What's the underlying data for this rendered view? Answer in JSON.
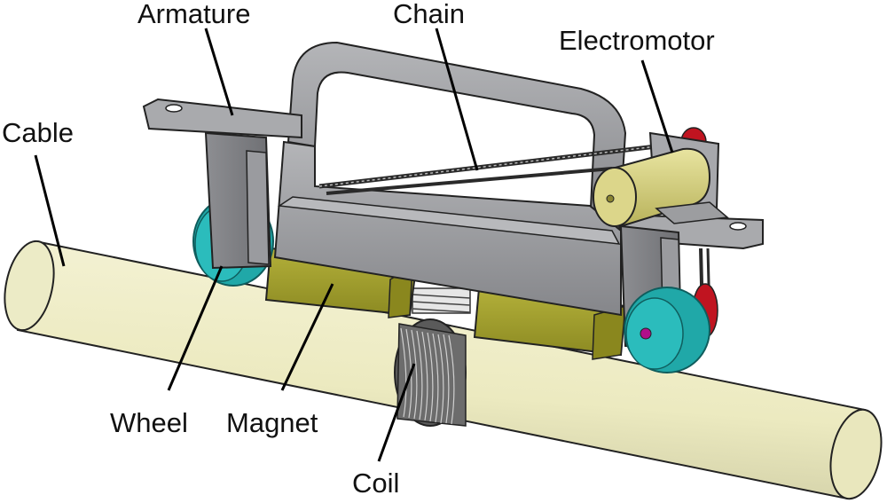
{
  "labels": {
    "armature": "Armature",
    "chain": "Chain",
    "electromotor": "Electromotor",
    "cable": "Cable",
    "wheel": "Wheel",
    "magnet": "Magnet",
    "coil": "Coil"
  },
  "colors": {
    "cable_fill": "#efedc4",
    "armature_fill": "#9c9da0",
    "magnet_fill": "#a4a12e",
    "wheel_fill": "#20a8a8",
    "motor_fill": "#d8d27a",
    "pin_fill": "#b0108a",
    "sprocket_fill": "#c01420"
  }
}
